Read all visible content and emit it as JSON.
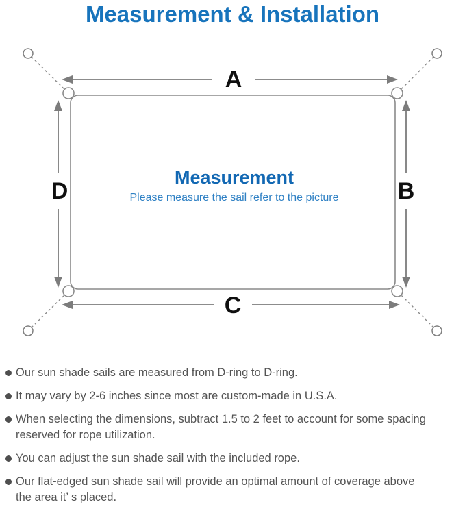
{
  "page": {
    "title": "Measurement & Installation"
  },
  "diagram": {
    "center": {
      "title": "Measurement",
      "subtitle": "Please measure the sail refer to the picture"
    },
    "dimension_labels": {
      "top": "A",
      "right": "B",
      "bottom": "C",
      "left": "D"
    }
  },
  "notes": {
    "items": [
      {
        "lines": [
          "Our sun shade sails are measured from D-ring to D-ring."
        ]
      },
      {
        "lines": [
          "It may vary by 2-6 inches since most are custom-made in U.S.A."
        ]
      },
      {
        "lines": [
          "When selecting the dimensions, subtract 1.5 to 2 feet to account for some spacing",
          "reserved for rope utilization."
        ]
      },
      {
        "lines": [
          "You can adjust the sun shade sail with the included rope."
        ]
      },
      {
        "lines": [
          "Our flat-edged sun shade sail will provide an optimal amount of coverage above",
          "the area it’ s placed."
        ]
      }
    ]
  },
  "colors": {
    "title_blue": "#1874bc",
    "center_title_blue": "#1268b3",
    "center_subtitle_blue": "#2e80c4",
    "diagram_line_gray": "#8a8a8a",
    "arrow_gray": "#7c7c7c",
    "dimension_label_black": "#0f0f0f",
    "note_text_gray": "#545454"
  }
}
